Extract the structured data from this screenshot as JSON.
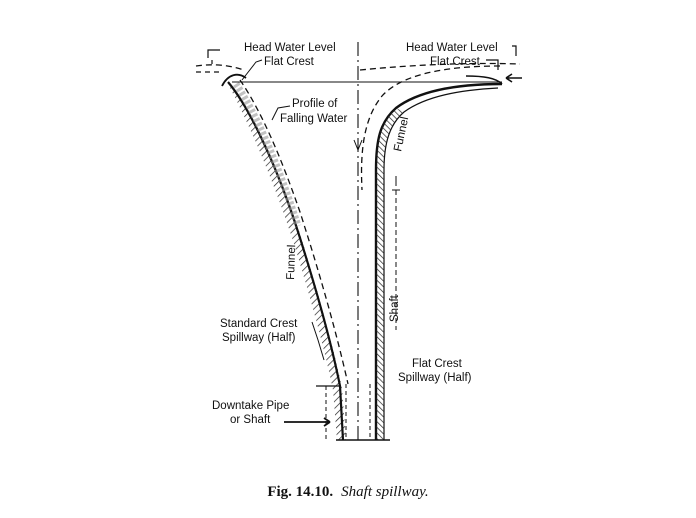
{
  "labels": {
    "left_head_water_level": "Head Water Level",
    "left_flat_crest": "Flat Crest",
    "right_head_water_level": "Head Water Level",
    "right_flat_crest": "Flat Crest",
    "profile_line1": "Profile of",
    "profile_line2": "Falling Water",
    "funnel_right": "Funnel",
    "funnel_left": "Funnel",
    "shaft": "Shaft",
    "standard_crest_line1": "Standard Crest",
    "standard_crest_line2": "Spillway (Half)",
    "flat_crest_line1": "Flat Crest",
    "flat_crest_line2": "Spillway (Half)",
    "downtake_line1": "Downtake Pipe",
    "downtake_line2": "or Shaft"
  },
  "caption": {
    "number": "Fig. 14.10.",
    "title": "Shaft spillway."
  }
}
